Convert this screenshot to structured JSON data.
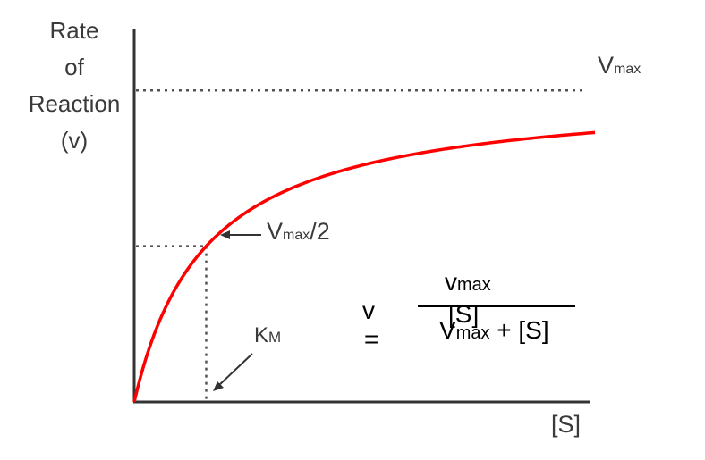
{
  "chart_data": {
    "type": "line",
    "title": "",
    "ylabel_lines": [
      "Rate",
      "of",
      "Reaction",
      "(v)"
    ],
    "xlabel": "[S]",
    "model": "michaelis-menten",
    "vmax": 1.0,
    "km": 1.0,
    "xlim": [
      0,
      6.4
    ],
    "ylim": [
      0,
      1.17
    ],
    "series": [
      {
        "color": "#ff0000",
        "x": [
          0,
          0.1,
          0.25,
          0.5,
          0.75,
          1.0,
          1.5,
          2.0,
          2.5,
          3.0,
          3.5,
          4.0,
          4.5,
          5.0,
          5.5,
          6.0,
          6.4
        ],
        "y": [
          0,
          0.09,
          0.2,
          0.333,
          0.429,
          0.5,
          0.6,
          0.667,
          0.714,
          0.75,
          0.778,
          0.8,
          0.818,
          0.833,
          0.846,
          0.857,
          0.865
        ]
      }
    ],
    "annotations": {
      "vmax": {
        "main": "V",
        "sub": "max"
      },
      "half_vmax": {
        "main": "V",
        "sub": "max",
        "suffix": "/2"
      },
      "km": {
        "main": "K",
        "sub": "M"
      }
    },
    "grid": false,
    "legend": "none"
  },
  "equation": {
    "lhs": "v",
    "equals": "=",
    "num_main": "v",
    "num_sub": "max",
    "den_main": "V",
    "den_sub": "max",
    "den_suffix": " + [S]",
    "s_term": "[S]"
  },
  "colors": {
    "curve": "#ff0000",
    "axis": "#333333",
    "guide": "#555555"
  }
}
